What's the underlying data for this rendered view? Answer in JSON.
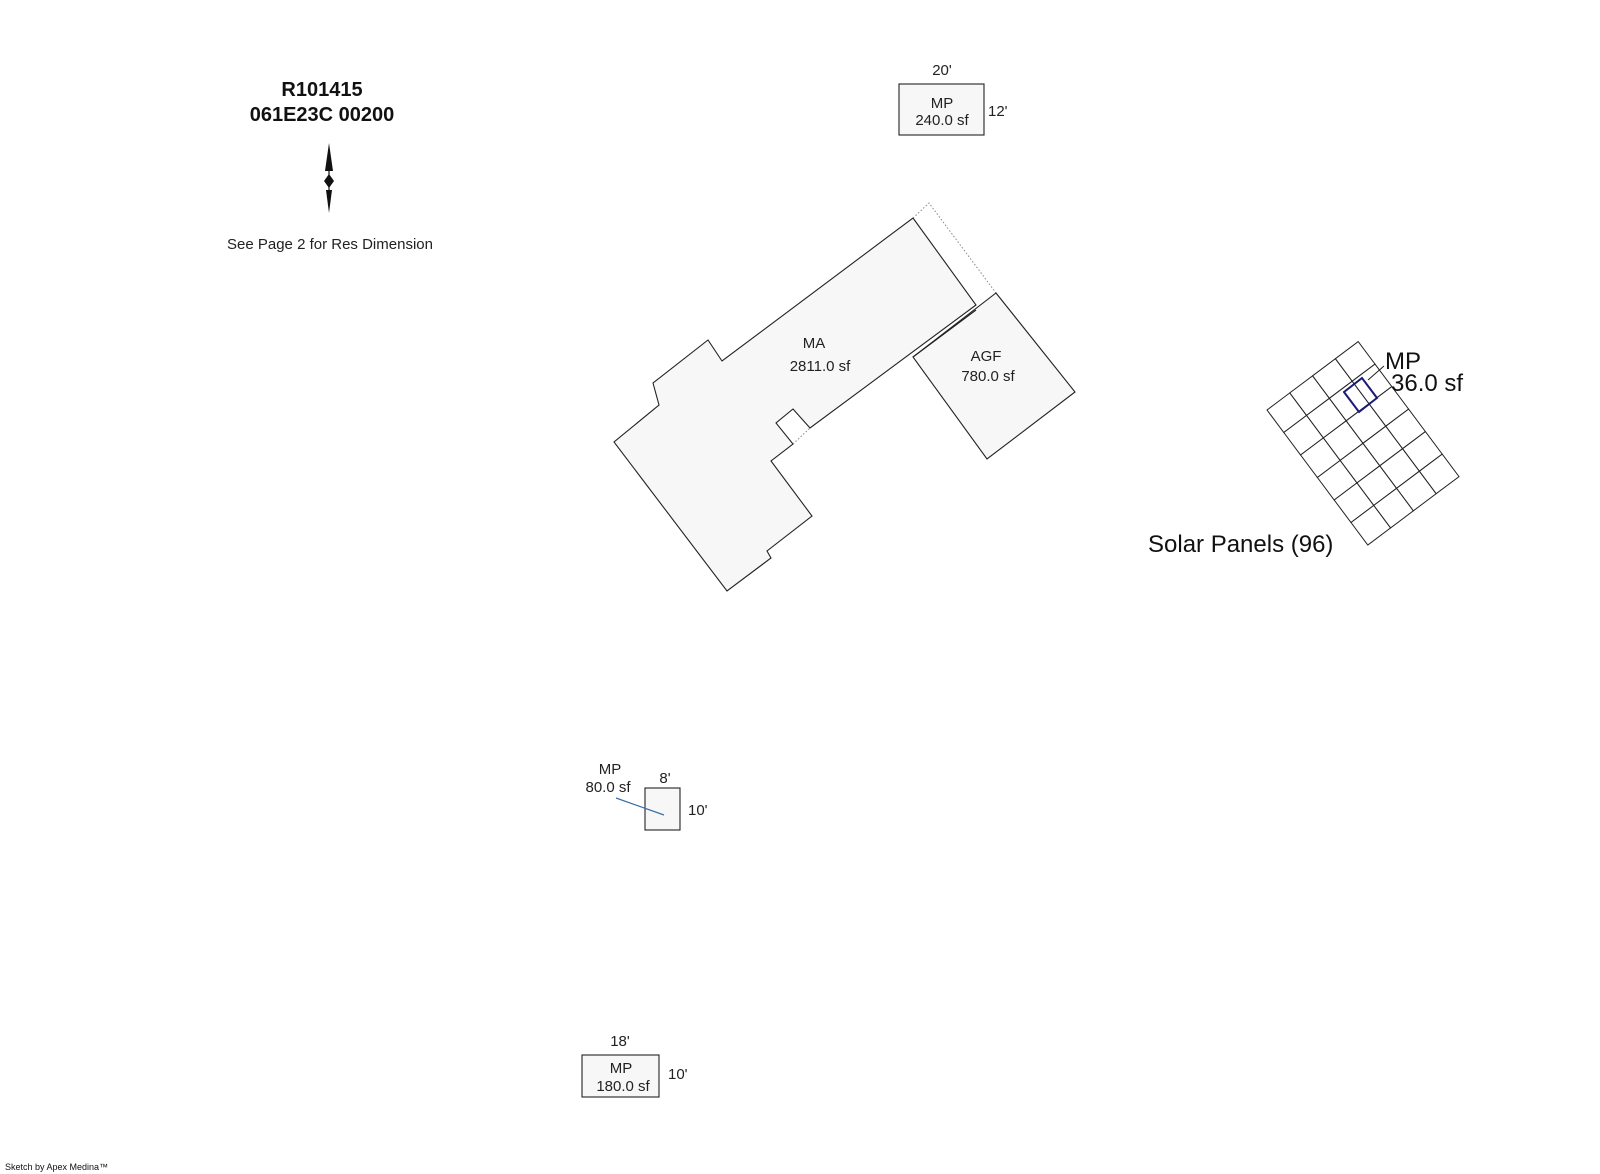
{
  "header": {
    "parcel_id": "R101415",
    "map_number": "061E23C 00200",
    "note": "See Page 2 for Res Dimension"
  },
  "footer": {
    "credit": "Sketch by Apex Medina™"
  },
  "areas": {
    "ma": {
      "code": "MA",
      "area": "2811.0 sf"
    },
    "agf": {
      "code": "AGF",
      "area": "780.0 sf"
    },
    "mp_top": {
      "code": "MP",
      "area": "240.0 sf",
      "width": "20'",
      "depth": "12'"
    },
    "mp_solar": {
      "code": "MP",
      "area": "36.0 sf"
    },
    "mp_small": {
      "code": "MP",
      "area": "80.0 sf",
      "width": "8'",
      "depth": "10'"
    },
    "mp_bottom": {
      "code": "MP",
      "area": "180.0 sf",
      "width": "18'",
      "depth": "10'"
    }
  },
  "solar": {
    "label": "Solar Panels (96)"
  },
  "icons": {
    "north_arrow": "north-arrow-icon"
  },
  "colors": {
    "outline": "#222222",
    "fill": "#f7f7f7",
    "highlight": "#1a1a7a",
    "leader": "#3a6ea5"
  }
}
